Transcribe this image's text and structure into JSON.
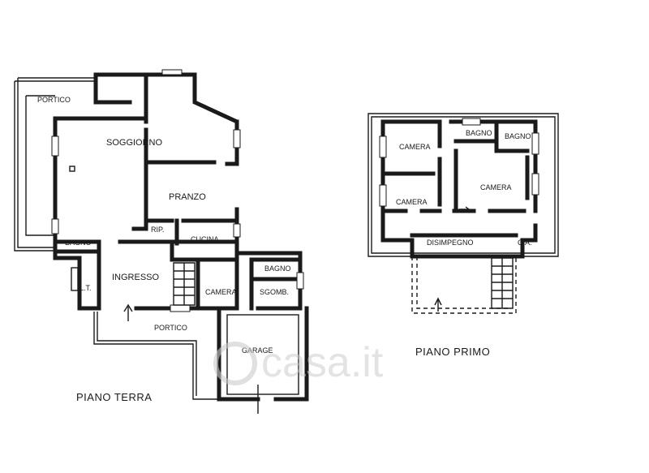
{
  "floors": {
    "ground": {
      "title": "PIANO TERRA",
      "rooms": {
        "portico_top": "PORTICO",
        "soggiorno": "SOGGIORNO",
        "pranzo": "PRANZO",
        "rip": "RIP.",
        "cucina": "CUCINA",
        "bagno": "BAGNO",
        "lt": "L.T.",
        "ingresso": "INGRESSO",
        "camera": "CAMERA",
        "bagno2": "BAGNO",
        "sgomb": "SGOMB.",
        "portico_bottom": "PORTICO",
        "garage": "GARAGE"
      }
    },
    "first": {
      "title": "PIANO PRIMO",
      "rooms": {
        "camera_tl": "CAMERA",
        "bagno_a": "BAGNO",
        "bagno_b": "BAGNO",
        "camera_r": "CAMERA",
        "camera_bl": "CAMERA",
        "disimpegno": "DISIMPEGNO",
        "ca": "C.A."
      }
    }
  },
  "watermark": "casa.it"
}
